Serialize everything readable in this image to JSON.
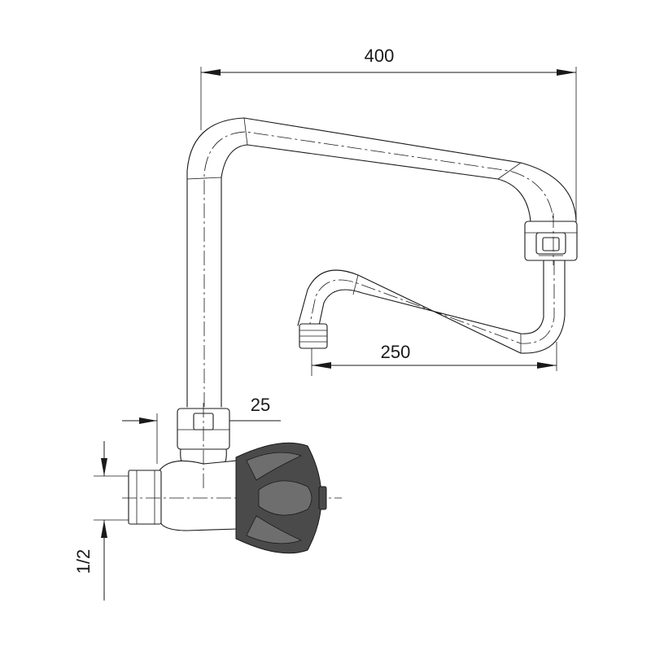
{
  "dimensions": {
    "spout_reach": "400",
    "outlet_reach": "250",
    "outlet_offset": "25",
    "thread_size": "1/2"
  },
  "colors": {
    "line": "#1a1a1a",
    "handle": "#4a4a4a",
    "background": "#ffffff"
  }
}
